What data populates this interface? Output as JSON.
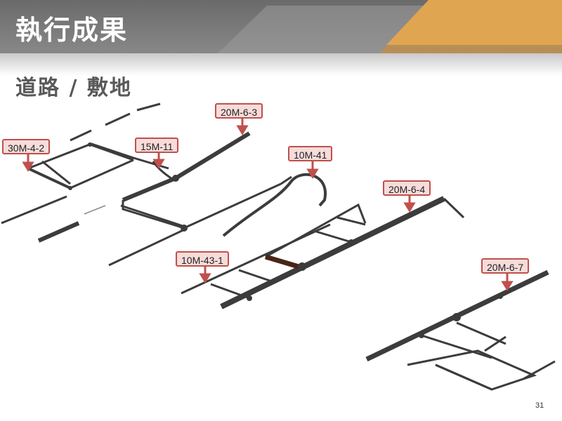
{
  "slide": {
    "title": "執行成果",
    "section": "道路 / 敷地",
    "page_number": "31"
  },
  "road_labels": [
    {
      "id": "30m-4-2",
      "text": "30M-4-2"
    },
    {
      "id": "15m-11",
      "text": "15M-11"
    },
    {
      "id": "20m-6-3",
      "text": "20M-6-3"
    },
    {
      "id": "10m-41",
      "text": "10M-41"
    },
    {
      "id": "20m-6-4",
      "text": "20M-6-4"
    },
    {
      "id": "10m-43-1",
      "text": "10M-43-1"
    },
    {
      "id": "20m-6-7",
      "text": "20M-6-7"
    }
  ],
  "colors": {
    "road": "#3c3c3c",
    "callout_border": "#c0504d",
    "callout_fill": "#f6dcda",
    "header_accent": "#e6a24a",
    "highlight_segment": "#4a2418"
  }
}
